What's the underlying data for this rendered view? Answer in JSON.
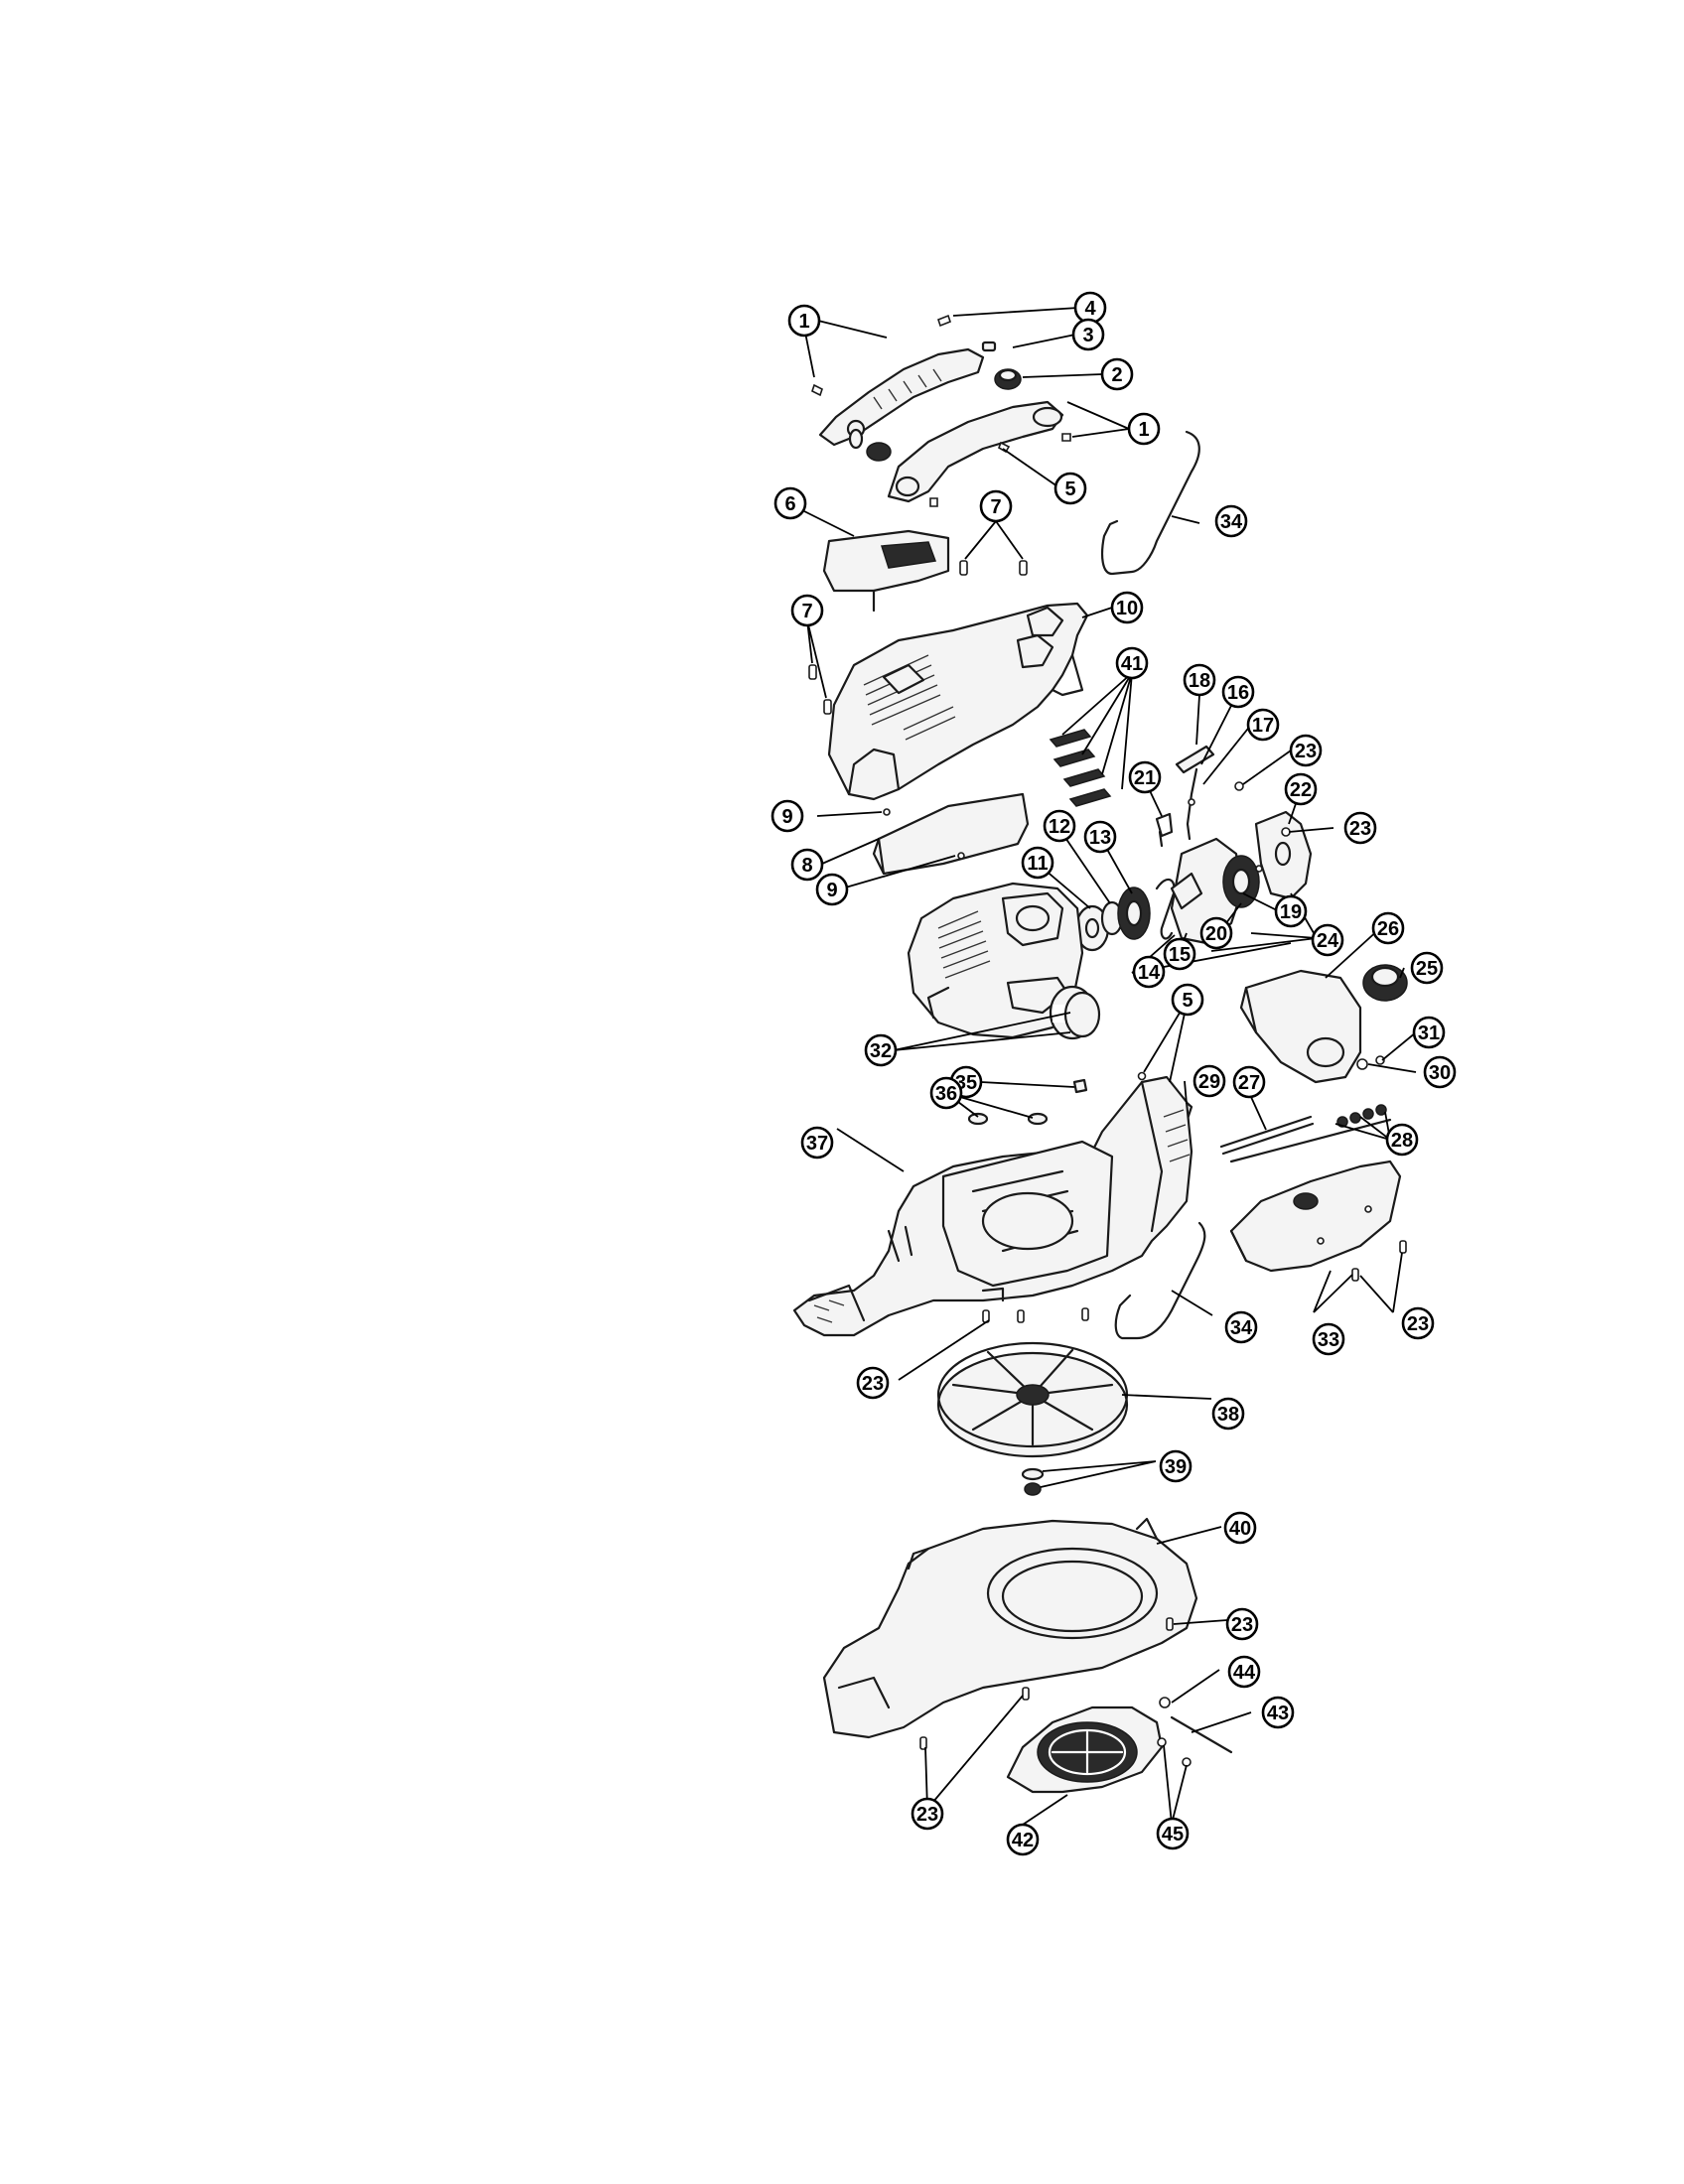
{
  "diagram": {
    "type": "exploded-parts-view",
    "callouts": [
      {
        "id": "c1a",
        "label": "1"
      },
      {
        "id": "c4",
        "label": "4"
      },
      {
        "id": "c3",
        "label": "3"
      },
      {
        "id": "c2",
        "label": "2"
      },
      {
        "id": "c1b",
        "label": "1"
      },
      {
        "id": "c5a",
        "label": "5"
      },
      {
        "id": "c6",
        "label": "6"
      },
      {
        "id": "c7a",
        "label": "7"
      },
      {
        "id": "c34a",
        "label": "34"
      },
      {
        "id": "c7b",
        "label": "7"
      },
      {
        "id": "c10",
        "label": "10"
      },
      {
        "id": "c41",
        "label": "41"
      },
      {
        "id": "c18",
        "label": "18"
      },
      {
        "id": "c16",
        "label": "16"
      },
      {
        "id": "c17",
        "label": "17"
      },
      {
        "id": "c23a",
        "label": "23"
      },
      {
        "id": "c21",
        "label": "21"
      },
      {
        "id": "c22",
        "label": "22"
      },
      {
        "id": "c23b",
        "label": "23"
      },
      {
        "id": "c9a",
        "label": "9"
      },
      {
        "id": "c8",
        "label": "8"
      },
      {
        "id": "c9b",
        "label": "9"
      },
      {
        "id": "c12",
        "label": "12"
      },
      {
        "id": "c13",
        "label": "13"
      },
      {
        "id": "c11",
        "label": "11"
      },
      {
        "id": "c19",
        "label": "19"
      },
      {
        "id": "c20",
        "label": "20"
      },
      {
        "id": "c15",
        "label": "15"
      },
      {
        "id": "c24",
        "label": "24"
      },
      {
        "id": "c14",
        "label": "14"
      },
      {
        "id": "c26",
        "label": "26"
      },
      {
        "id": "c25",
        "label": "25"
      },
      {
        "id": "c5b",
        "label": "5"
      },
      {
        "id": "c30",
        "label": "30"
      },
      {
        "id": "c31",
        "label": "31"
      },
      {
        "id": "c29",
        "label": "29"
      },
      {
        "id": "c27",
        "label": "27"
      },
      {
        "id": "c32",
        "label": "32"
      },
      {
        "id": "c35",
        "label": "35"
      },
      {
        "id": "c36",
        "label": "36"
      },
      {
        "id": "c28",
        "label": "28"
      },
      {
        "id": "c37",
        "label": "37"
      },
      {
        "id": "c34b",
        "label": "34"
      },
      {
        "id": "c33",
        "label": "33"
      },
      {
        "id": "c23c",
        "label": "23"
      },
      {
        "id": "c23d",
        "label": "23"
      },
      {
        "id": "c38",
        "label": "38"
      },
      {
        "id": "c39",
        "label": "39"
      },
      {
        "id": "c40",
        "label": "40"
      },
      {
        "id": "c23e",
        "label": "23"
      },
      {
        "id": "c44",
        "label": "44"
      },
      {
        "id": "c43",
        "label": "43"
      },
      {
        "id": "c23f",
        "label": "23"
      },
      {
        "id": "c42",
        "label": "42"
      },
      {
        "id": "c45",
        "label": "45"
      }
    ]
  }
}
